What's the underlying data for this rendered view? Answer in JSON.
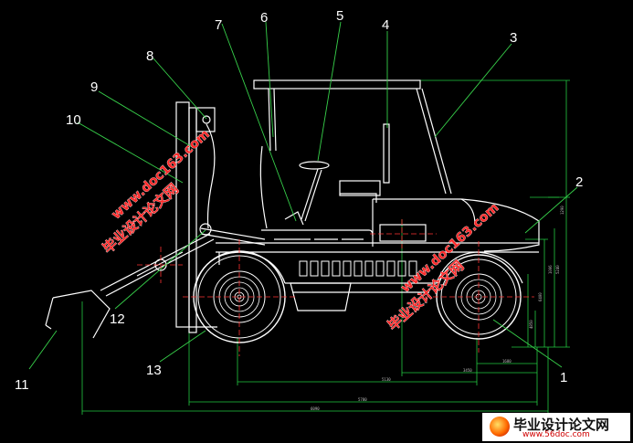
{
  "callouts": [
    "1",
    "2",
    "3",
    "4",
    "5",
    "6",
    "7",
    "8",
    "9",
    "10",
    "11",
    "12",
    "13"
  ],
  "dimensions": [
    "6090",
    "5780",
    "5130",
    "3450",
    "1680",
    "1290",
    "1006",
    "6400",
    "4850",
    "5240"
  ],
  "watermark": {
    "text": "毕业设计论文网",
    "url": "www.doc163.com"
  },
  "footer": {
    "title": "毕业设计论文网",
    "url": "www.56doc.com"
  },
  "colors": {
    "background": "#000000",
    "line_white": "#ffffff",
    "dimension_green": "#22c940",
    "leader_green": "#37d04a",
    "center_red": "#ff3333",
    "watermark_red": "#ff2a2a"
  }
}
